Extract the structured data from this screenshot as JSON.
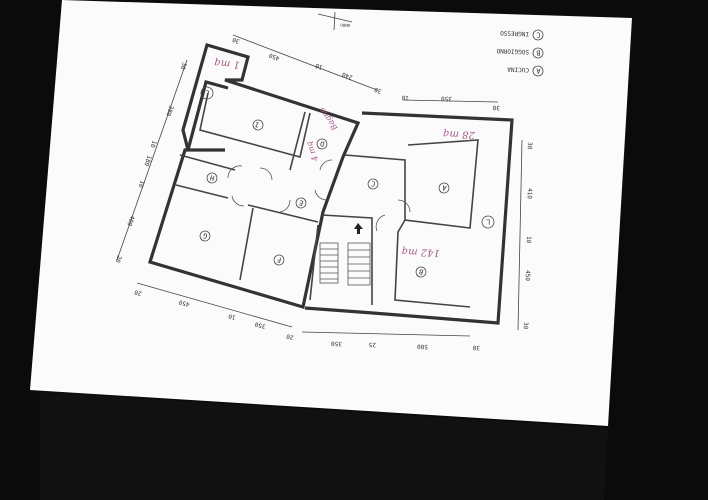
{
  "legend": [
    {
      "letter": "C",
      "label": "INGRESSO"
    },
    {
      "letter": "B",
      "label": "SOGGIORNO"
    },
    {
      "letter": "A",
      "label": "CUCINA"
    }
  ],
  "north_label": "NORD",
  "rooms": {
    "a": "A",
    "b": "B",
    "c": "C",
    "d": "D",
    "e": "E",
    "f": "F",
    "g": "G",
    "h": "H",
    "i": "I",
    "l1": "L",
    "l2": "L"
  },
  "dimensions": {
    "top_left": [
      "30",
      "450",
      "10",
      "240",
      "30"
    ],
    "top_right": [
      "10",
      "350",
      "30"
    ],
    "left": [
      "30",
      "380",
      "10",
      "180",
      "10",
      "400",
      "20"
    ],
    "bottom_left": [
      "20",
      "450",
      "10",
      "350",
      "20"
    ],
    "bottom_right": [
      "350",
      "25",
      "500",
      "30"
    ],
    "right": [
      "30",
      "410",
      "10",
      "450",
      "30"
    ]
  },
  "handwritten": {
    "strip_area": "1 mq",
    "terrace_area": "28 mq",
    "living_area": "142 mq",
    "bath_label": "Bagno",
    "bath_area": "4 mq"
  }
}
